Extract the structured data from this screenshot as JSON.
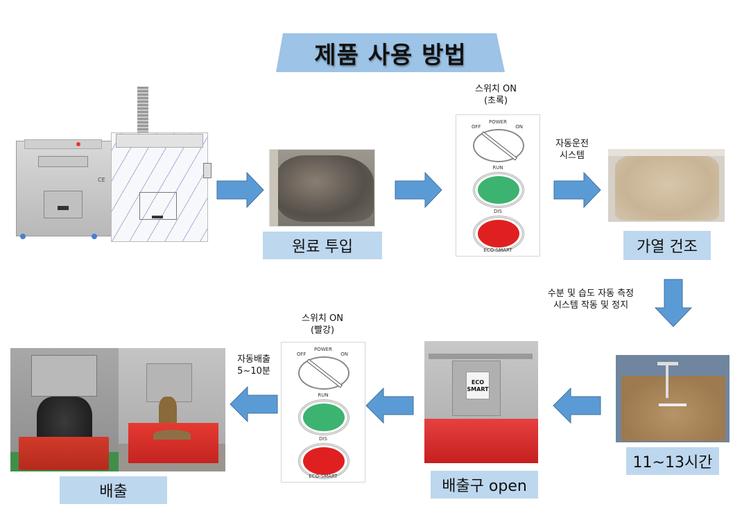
{
  "title": "제품 사용 방법",
  "colors": {
    "banner": "#9dc3e6",
    "label_bg": "#bdd7ee",
    "arrow": "#5b9bd5",
    "arrow_stroke": "#41719c",
    "run_button": "#3cb371",
    "dis_button": "#e02020"
  },
  "steps": [
    {
      "id": "raw-input",
      "label": "원료 투입"
    },
    {
      "id": "heat-dry",
      "label": "가열 건조"
    },
    {
      "id": "duration",
      "label": "11~13시간"
    },
    {
      "id": "outlet-open",
      "label": "배출구 open"
    },
    {
      "id": "discharge",
      "label": "배출"
    }
  ],
  "captions": {
    "switch_on_green": [
      "스위치 ON",
      "(초록)"
    ],
    "auto_operation": [
      "자동운전",
      "시스템"
    ],
    "moisture_system": [
      "수분 및 습도 자동 측정",
      "시스템  작동 및 정지"
    ],
    "switch_on_red": [
      "스위치 ON",
      "(빨강)"
    ],
    "auto_discharge": [
      "자동배출",
      "5~10분"
    ]
  },
  "panel": {
    "power": "POWER",
    "off": "OFF",
    "on": "ON",
    "run": "RUN",
    "dis": "DIS",
    "brand": "ECO-SMART"
  },
  "photos": {
    "machine_label": "ECO SMART",
    "ce_mark": "CE"
  }
}
